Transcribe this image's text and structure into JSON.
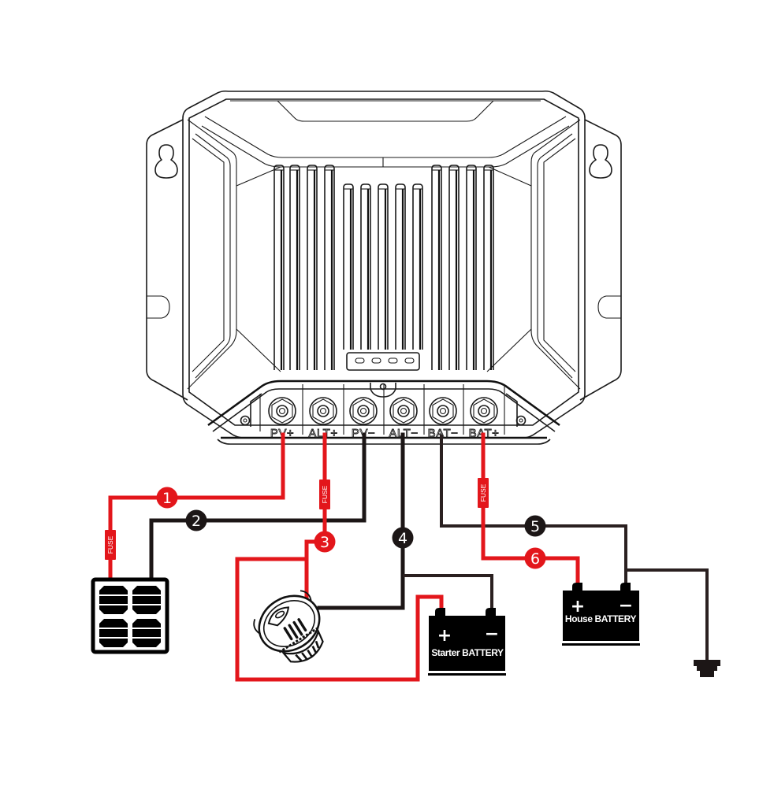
{
  "title": "MPPT DC-DC charger wiring diagram",
  "colors": {
    "positive_wire": "#e3161b",
    "negative_wire": "#1c1616",
    "outline": "#1a1a1a",
    "battery_fill": "#000000",
    "background": "#ffffff"
  },
  "terminals": [
    {
      "id": "pv_pos",
      "label": "PV+"
    },
    {
      "id": "alt_pos",
      "label": "ALT+"
    },
    {
      "id": "pv_neg",
      "label": "PV−"
    },
    {
      "id": "alt_neg",
      "label": "ALT−"
    },
    {
      "id": "bat_neg",
      "label": "BAT−"
    },
    {
      "id": "bat_pos",
      "label": "BAT+"
    }
  ],
  "wires": [
    {
      "number": "1",
      "polarity": "positive",
      "from": "PV+",
      "to": "Solar panel +",
      "fuse": true
    },
    {
      "number": "2",
      "polarity": "negative",
      "from": "PV−",
      "to": "Solar panel −",
      "fuse": false
    },
    {
      "number": "3",
      "polarity": "positive",
      "from": "ALT+",
      "to": "Alternator / Starter battery +",
      "fuse": true
    },
    {
      "number": "4",
      "polarity": "negative",
      "from": "ALT−",
      "to": "Alternator / Starter battery −",
      "fuse": false
    },
    {
      "number": "5",
      "polarity": "negative",
      "from": "BAT−",
      "to": "House battery − / Ground",
      "fuse": false
    },
    {
      "number": "6",
      "polarity": "positive",
      "from": "BAT+",
      "to": "House battery +",
      "fuse": true
    }
  ],
  "fuse_label": "FUSE",
  "batteries": {
    "starter": {
      "label": "Starter BATTERY",
      "plus": "+",
      "minus": "−"
    },
    "house": {
      "label": "House BATTERY",
      "plus": "+",
      "minus": "−"
    }
  },
  "components": {
    "solar_panel": "solar-panel",
    "alternator": "alternator",
    "ground": "ground"
  }
}
